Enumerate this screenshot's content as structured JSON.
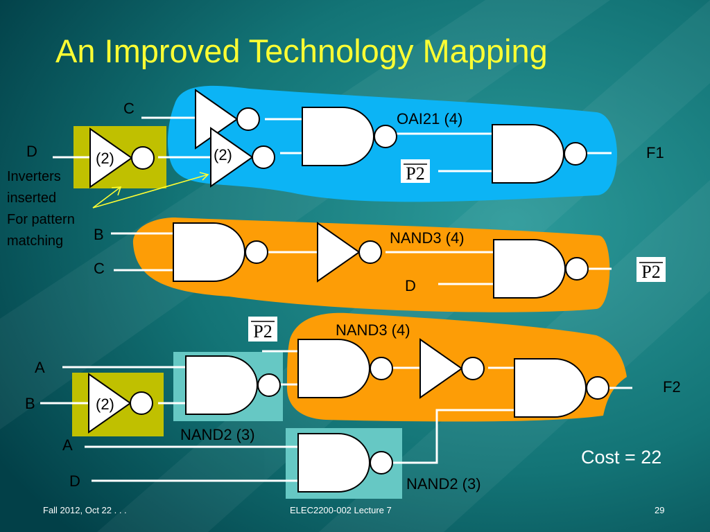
{
  "slide": {
    "title": "An Improved Technology Mapping",
    "colors": {
      "background_dark": "#004a52",
      "background_light": "#1f8a8c",
      "title": "#ffff33",
      "inverter_box": "#c0c000",
      "nand2_box": "#66c8c4",
      "oai21_blob": "#0cb4f5",
      "nand3_blob": "#fd9d06"
    },
    "inputs": {
      "top_c": "C",
      "top_d": "D",
      "mid_b": "B",
      "mid_c": "C",
      "mid_d": "D",
      "bot_a1": "A",
      "bot_b": "B",
      "bot_a2": "A",
      "bot_d": "D"
    },
    "outputs": {
      "f1": "F1",
      "f2": "F2"
    },
    "pattern_labels": {
      "oai21": "OAI21 (4)",
      "nand3_mid": "NAND3 (4)",
      "nand3_bot": "NAND3 (4)",
      "nand2_upper": "NAND2 (3)",
      "nand2_lower": "NAND2 (3)"
    },
    "inverter_costs": {
      "top_box": "(2)",
      "in_blob": "(2)",
      "bottom_box": "(2)"
    },
    "p2_symbol": "P2",
    "annotation": [
      "Inverters",
      "inserted",
      "For pattern",
      "matching"
    ],
    "cost_text": "Cost = 22",
    "footer": {
      "left": "Fall 2012, Oct 22 . . .",
      "center": "ELEC2200-002 Lecture 7",
      "page": "29"
    }
  }
}
